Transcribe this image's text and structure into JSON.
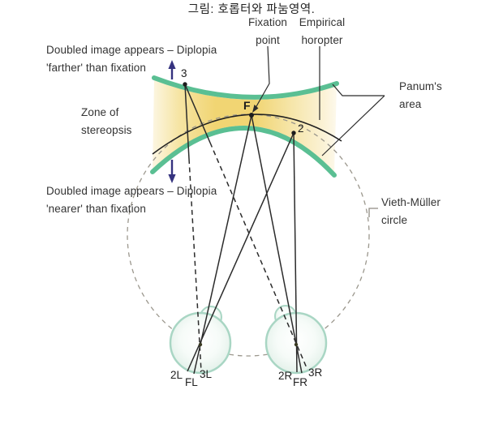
{
  "figure": {
    "caption": "그림: 호롭터와 파눔영역.",
    "annotations": {
      "diplopia_farther": {
        "line1": "Doubled image appears – Diplopia",
        "line2": "'farther' than fixation"
      },
      "zone_of_stereopsis": {
        "line1": "Zone of",
        "line2": "stereopsis"
      },
      "diplopia_nearer": {
        "line1": "Doubled image appears – Diplopia",
        "line2": "'nearer' than fixation"
      },
      "fixation_point": {
        "line1": "Fixation",
        "line2": "point"
      },
      "empirical_horopter": {
        "line1": "Empirical",
        "line2": "horopter"
      },
      "panums_area": {
        "line1": "Panum's",
        "line2": "area"
      },
      "vieth_muller": {
        "line1": "Vieth-Müller",
        "line2": "circle"
      }
    },
    "points": {
      "p3": "3",
      "pF": "F",
      "p2": "2"
    },
    "retina_labels": {
      "left": {
        "p2": "2L",
        "pF": "FL",
        "p3": "3L"
      },
      "right": {
        "p2": "2R",
        "pF": "FR",
        "p3": "3R"
      }
    },
    "colors": {
      "panum_band_green": "#5abf93",
      "stereopsis_yellow": "#f1d573",
      "diplopia_arrow_blue": "#35337f",
      "vieth_muller_gray": "#9b978d",
      "line_black": "#2b2b2b",
      "eye_outline": "#a9d6c4",
      "eye_fill": "#e9f4ee"
    }
  }
}
